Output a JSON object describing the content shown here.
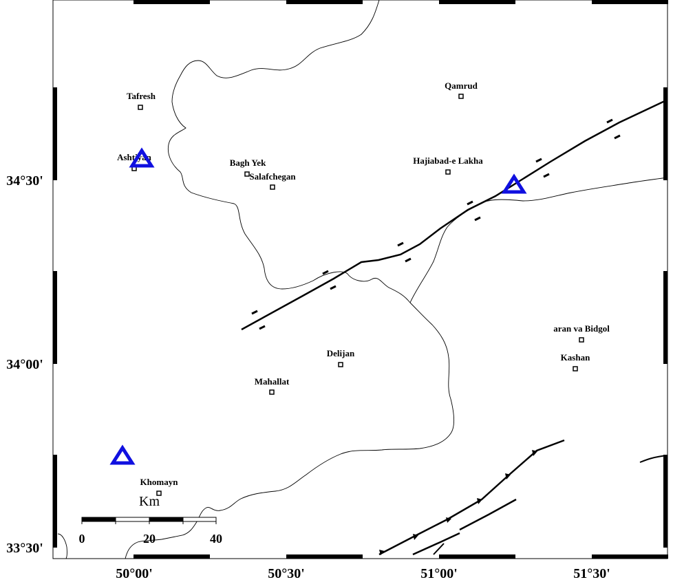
{
  "map": {
    "lon_labels": [
      "50°00'",
      "50°30'",
      "51°00'",
      "51°30'"
    ],
    "lat_labels": [
      "34°30'",
      "34°00'",
      "33°30'"
    ],
    "places": [
      {
        "name": "Tafresh"
      },
      {
        "name": "Ashtiyan"
      },
      {
        "name": "Bagh Yek"
      },
      {
        "name": "Salafchegan"
      },
      {
        "name": "Qamrud"
      },
      {
        "name": "Hajiabad-e Lakha"
      },
      {
        "name": "aran va Bidgol"
      },
      {
        "name": "Kashan"
      },
      {
        "name": "Delijan"
      },
      {
        "name": "Mahallat"
      },
      {
        "name": "Khomayn"
      }
    ],
    "stations": [
      {
        "symbol": "triangle",
        "color": "#1010e0"
      },
      {
        "symbol": "triangle",
        "color": "#1010e0"
      },
      {
        "symbol": "triangle",
        "color": "#1010e0"
      }
    ],
    "scale_bar": {
      "ticks": [
        "0",
        "20",
        "40"
      ],
      "unit": "Km"
    }
  }
}
